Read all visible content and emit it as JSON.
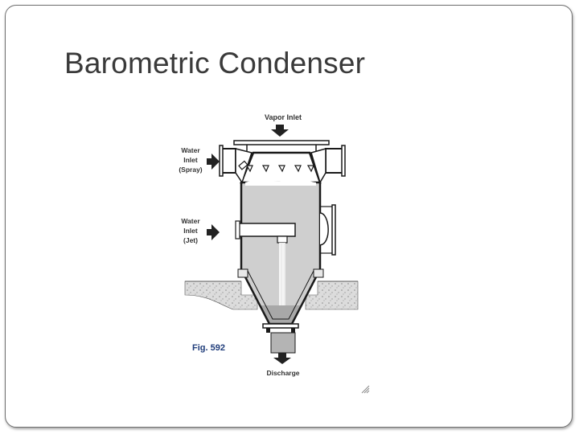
{
  "slide": {
    "title": "Barometric Condenser"
  },
  "diagram": {
    "labels": {
      "vapor_inlet": "Vapor Inlet",
      "water_inlet_spray_line1": "Water",
      "water_inlet_spray_line2": "Inlet",
      "water_inlet_spray_line3": "(Spray)",
      "water_inlet_jet_line1": "Water",
      "water_inlet_jet_line2": "Inlet",
      "water_inlet_jet_line3": "(Jet)",
      "discharge": "Discharge"
    },
    "figure_number": "Fig. 592",
    "colors": {
      "interior_fill": "#cfcfcf",
      "water_fill": "#a8a8a8",
      "outline": "#1a1a1a",
      "floor_fill": "#d8d8d8",
      "figure_label": "#1f3c7a"
    }
  }
}
